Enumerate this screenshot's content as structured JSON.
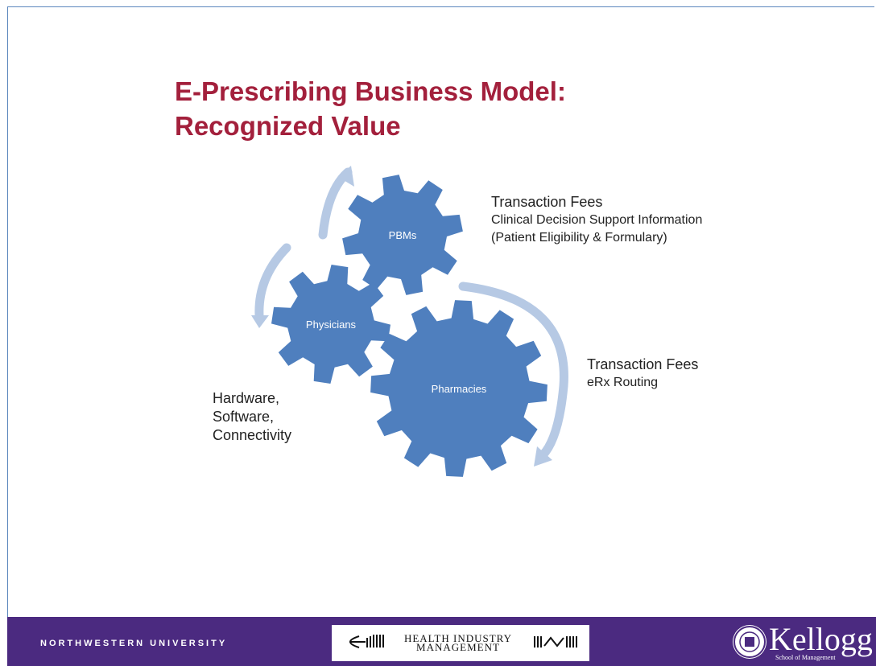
{
  "title": {
    "line1": "E-Prescribing Business Model:",
    "line2": "Recognized Value"
  },
  "gears": {
    "pbms": "PBMs",
    "physicians": "Physicians",
    "pharmacies": "Pharmacies"
  },
  "labels": {
    "pbm": {
      "line1": "Transaction Fees",
      "line2": "Clinical Decision Support Information",
      "line3": "(Patient Eligibility & Formulary)"
    },
    "pharmacy": {
      "line1": "Transaction Fees",
      "line2": "eRx Routing"
    },
    "physician": {
      "line1": "Hardware,",
      "line2": "Software,",
      "line3": "Connectivity"
    }
  },
  "footer": {
    "university": "NORTHWESTERN UNIVERSITY",
    "hmi_line1": "HEALTH INDUSTRY",
    "hmi_line2": "MANAGEMENT",
    "kellogg": "Kellogg",
    "kellogg_sub": "School of Management"
  },
  "colors": {
    "title": "#a3203c",
    "gear": "#4f7fbe",
    "arrow": "#b6c9e4",
    "footer": "#4b2a80"
  }
}
